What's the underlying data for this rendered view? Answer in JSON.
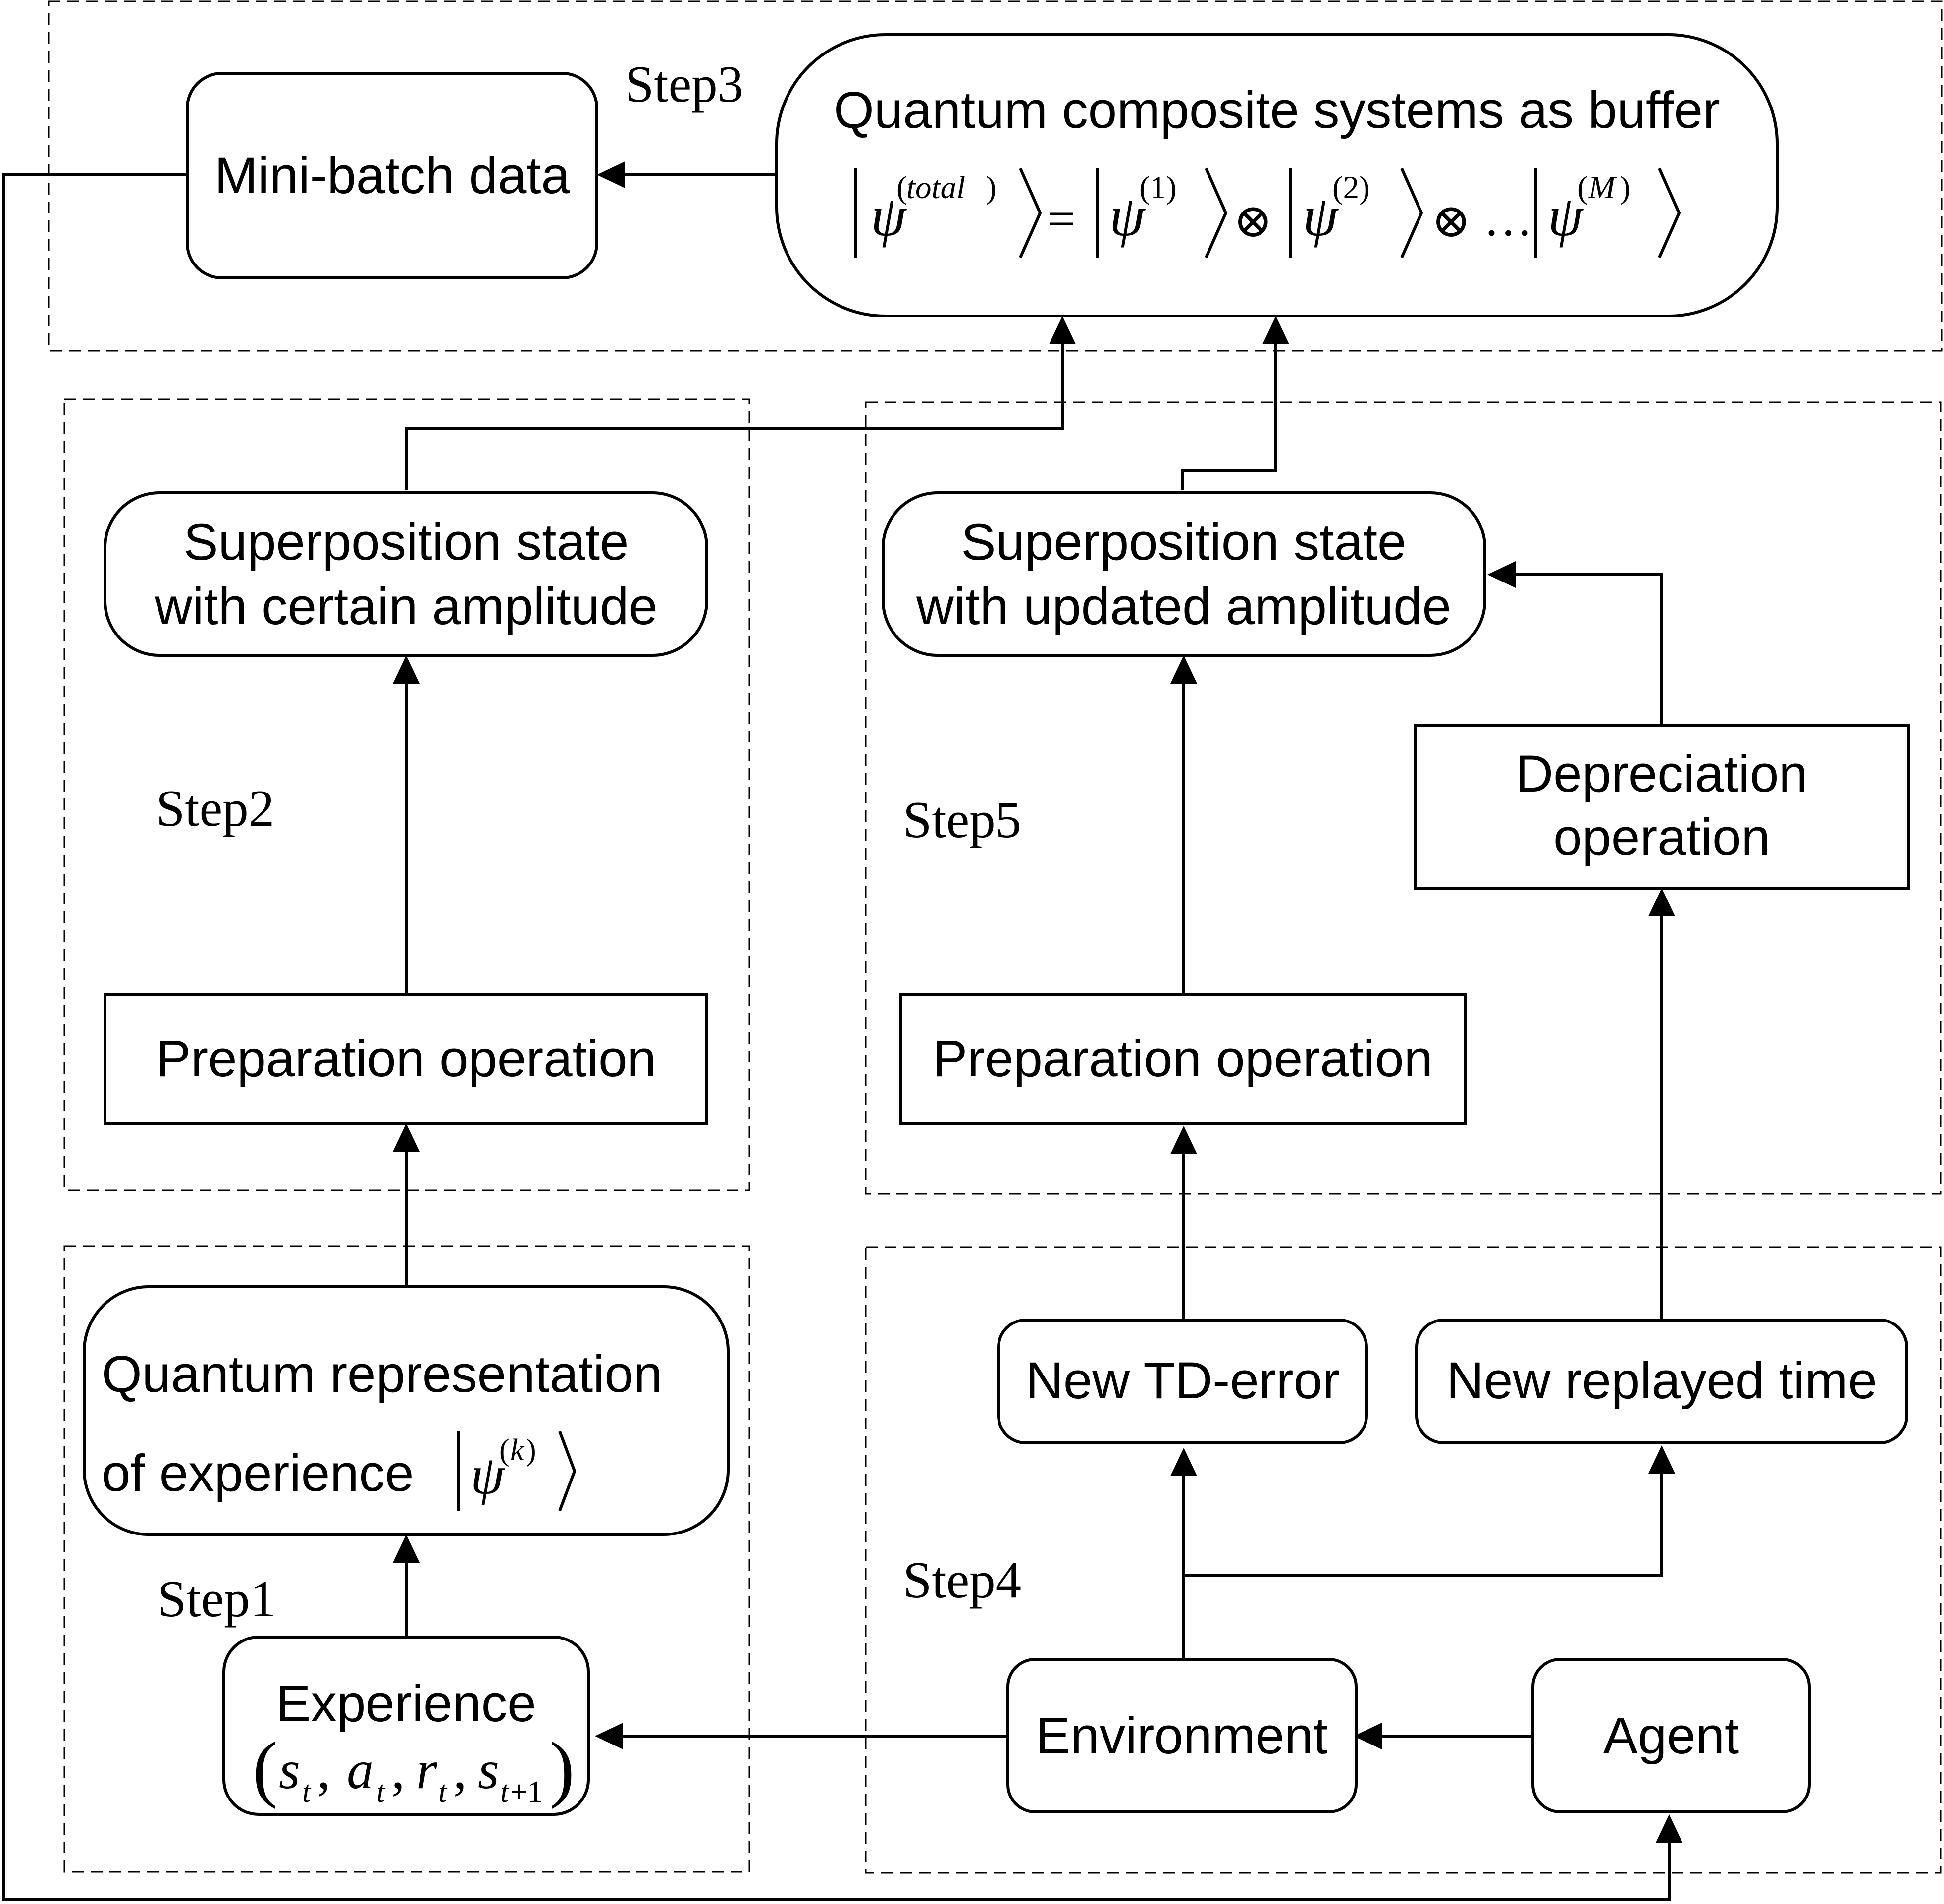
{
  "steps": {
    "step1": "Step1",
    "step2": "Step2",
    "step3": "Step3",
    "step4": "Step4",
    "step5": "Step5"
  },
  "nodes": {
    "mini_batch": "Mini-batch data",
    "buffer_title": "Quantum composite systems as buffer",
    "buffer_formula": "|ψ(total)⟩ = |ψ(1)⟩ ⊗ |ψ(2)⟩ ⊗ … |ψ(M)⟩",
    "superposition_certain": [
      "Superposition state",
      "with certain amplitude"
    ],
    "preparation_left": "Preparation operation",
    "quantum_rep": [
      "Quantum  representation",
      "of experience"
    ],
    "quantum_rep_ket": "|ψ(k)⟩",
    "experience": "Experience",
    "experience_tuple": "(st, at, rt, st+1)",
    "superposition_updated": [
      "Superposition state",
      "with updated amplitude"
    ],
    "depreciation": [
      "Depreciation",
      "operation"
    ],
    "preparation_right": "Preparation operation",
    "new_td_error": "New TD-error",
    "new_replayed_time": "New replayed time",
    "environment": "Environment",
    "agent": "Agent"
  }
}
